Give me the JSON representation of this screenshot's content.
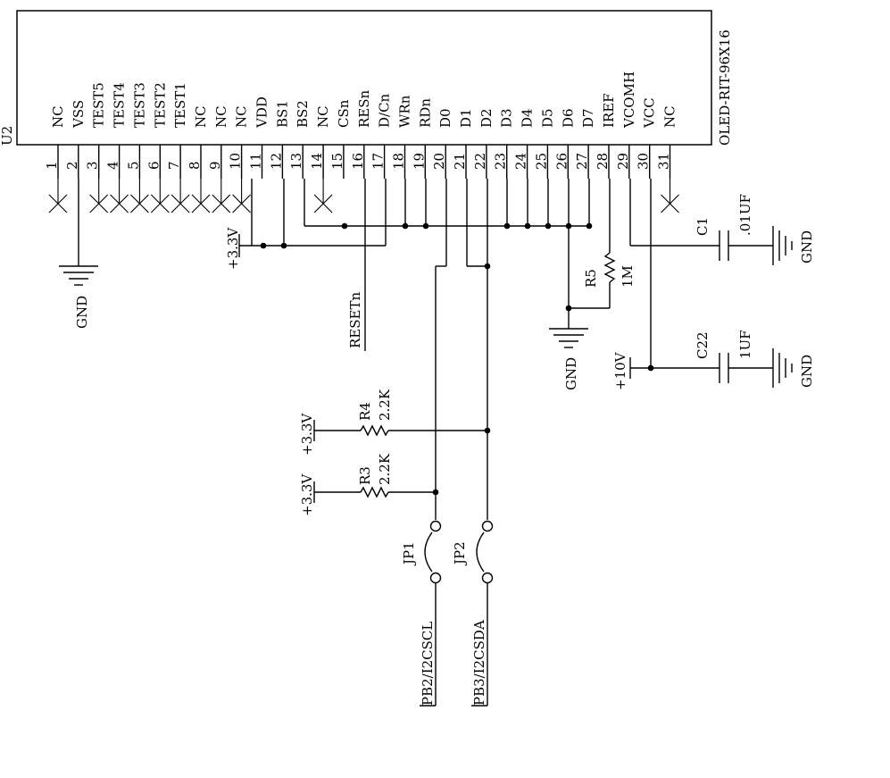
{
  "part": {
    "ref": "U2",
    "value": "OLED-RIT-96X16"
  },
  "pins": [
    {
      "num": "1",
      "name": "NC"
    },
    {
      "num": "2",
      "name": "VSS"
    },
    {
      "num": "3",
      "name": "TEST5"
    },
    {
      "num": "4",
      "name": "TEST4"
    },
    {
      "num": "5",
      "name": "TEST3"
    },
    {
      "num": "6",
      "name": "TEST2"
    },
    {
      "num": "7",
      "name": "TEST1"
    },
    {
      "num": "8",
      "name": "NC"
    },
    {
      "num": "9",
      "name": "NC"
    },
    {
      "num": "10",
      "name": "NC"
    },
    {
      "num": "11",
      "name": "VDD"
    },
    {
      "num": "12",
      "name": "BS1"
    },
    {
      "num": "13",
      "name": "BS2"
    },
    {
      "num": "14",
      "name": "NC"
    },
    {
      "num": "15",
      "name": "CSn"
    },
    {
      "num": "16",
      "name": "RESn"
    },
    {
      "num": "17",
      "name": "D/Cn"
    },
    {
      "num": "18",
      "name": "WRn"
    },
    {
      "num": "19",
      "name": "RDn"
    },
    {
      "num": "20",
      "name": "D0"
    },
    {
      "num": "21",
      "name": "D1"
    },
    {
      "num": "22",
      "name": "D2"
    },
    {
      "num": "23",
      "name": "D3"
    },
    {
      "num": "24",
      "name": "D4"
    },
    {
      "num": "25",
      "name": "D5"
    },
    {
      "num": "26",
      "name": "D6"
    },
    {
      "num": "27",
      "name": "D7"
    },
    {
      "num": "28",
      "name": "IREF"
    },
    {
      "num": "29",
      "name": "VCOMH"
    },
    {
      "num": "30",
      "name": "VCC"
    },
    {
      "num": "31",
      "name": "NC"
    }
  ],
  "nets": {
    "v33_vdd": "+3.3V",
    "gnd_vss": "GND",
    "reset": "RESETn",
    "gnd_r5": "GND",
    "v10": "+10V",
    "gnd_c1": "GND",
    "gnd_c22": "GND",
    "v33_r4": "+3.3V",
    "v33_r3": "+3.3V",
    "scl": "PB2/I2CSCL",
    "sda": "PB3/I2CSDA"
  },
  "components": {
    "c1": {
      "ref": "C1",
      "value": ".01UF"
    },
    "c22": {
      "ref": "C22",
      "value": "1UF"
    },
    "r5": {
      "ref": "R5",
      "value": "1M"
    },
    "r4": {
      "ref": "R4",
      "value": "2.2K"
    },
    "r3": {
      "ref": "R3",
      "value": "2.2K"
    },
    "jp1": {
      "ref": "JP1"
    },
    "jp2": {
      "ref": "JP2"
    }
  }
}
